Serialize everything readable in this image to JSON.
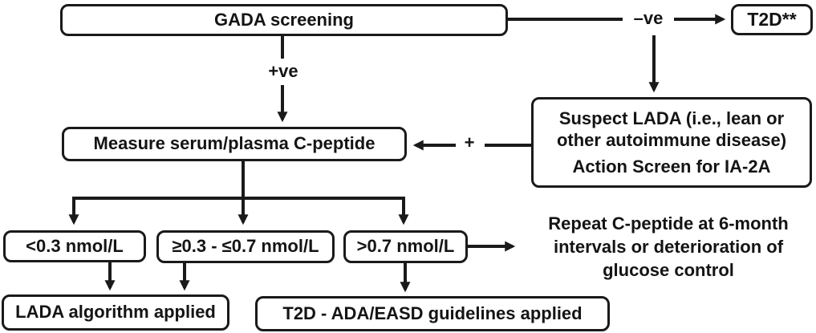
{
  "diagram": {
    "title": "LADA / T2D C-peptide screening flowchart",
    "nodes": {
      "gada": "GADA screening",
      "t2d": "T2D**",
      "suspect_line1": "Suspect LADA (i.e., lean or other autoimmune disease)",
      "suspect_line2": "Action Screen for IA-2A",
      "cpeptide": "Measure serum/plasma C-peptide",
      "low": "<0.3 nmol/L",
      "mid": "≥0.3 - ≤0.7 nmol/L",
      "high": ">0.7 nmol/L",
      "lada_algorithm": "LADA algorithm applied",
      "t2d_guidelines": "T2D - ADA/EASD guidelines applied"
    },
    "edge_labels": {
      "negative": "–ve",
      "positive": "+ve",
      "plus": "+"
    },
    "note": "Repeat C-peptide at 6-month intervals or deterioration of glucose control",
    "colors": {
      "line": "#1a1a1a",
      "box_fill": "#ffffff",
      "background": "#ffffff"
    }
  }
}
